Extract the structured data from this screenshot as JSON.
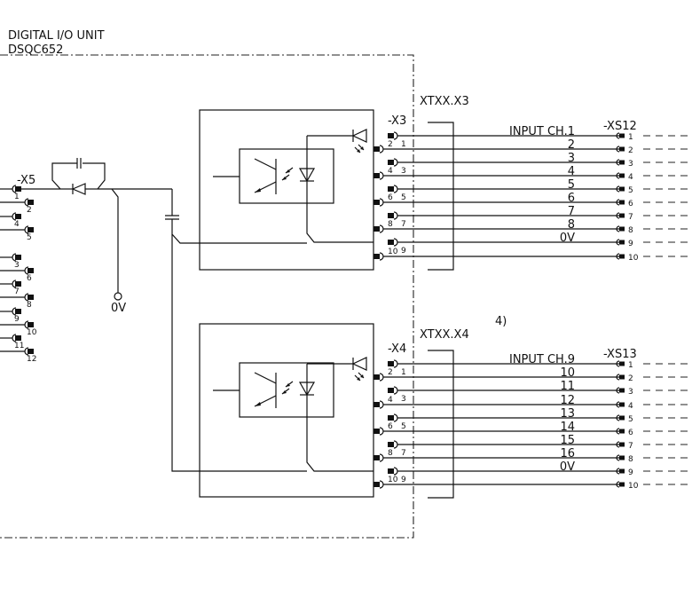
{
  "unit": {
    "title": "DIGITAL I/O UNIT",
    "model": "DSQC652"
  },
  "note": "4)",
  "x5": {
    "label": "-X5",
    "pins": [
      "1",
      "2",
      "4",
      "5",
      "3",
      "6",
      "7",
      "8",
      "9",
      "10",
      "11",
      "12"
    ],
    "ground_label": "0V"
  },
  "groups": [
    {
      "connector": "-X3",
      "cable": "XTXX.X3",
      "socket": "-XS12",
      "pins": [
        "1",
        "2",
        "3",
        "4",
        "5",
        "6",
        "7",
        "8",
        "9",
        "10"
      ],
      "signals": [
        "INPUT CH.1",
        "2",
        "3",
        "4",
        "5",
        "6",
        "7",
        "8",
        "0V"
      ],
      "socket_pins": [
        "1",
        "2",
        "3",
        "4",
        "5",
        "6",
        "7",
        "8",
        "9",
        "10"
      ]
    },
    {
      "connector": "-X4",
      "cable": "XTXX.X4",
      "socket": "-XS13",
      "pins": [
        "1",
        "2",
        "3",
        "4",
        "5",
        "6",
        "7",
        "8",
        "9",
        "10"
      ],
      "signals": [
        "INPUT CH.9",
        "10",
        "11",
        "12",
        "13",
        "14",
        "15",
        "16",
        "0V"
      ],
      "socket_pins": [
        "1",
        "2",
        "3",
        "4",
        "5",
        "6",
        "7",
        "8",
        "9",
        "10"
      ]
    }
  ]
}
